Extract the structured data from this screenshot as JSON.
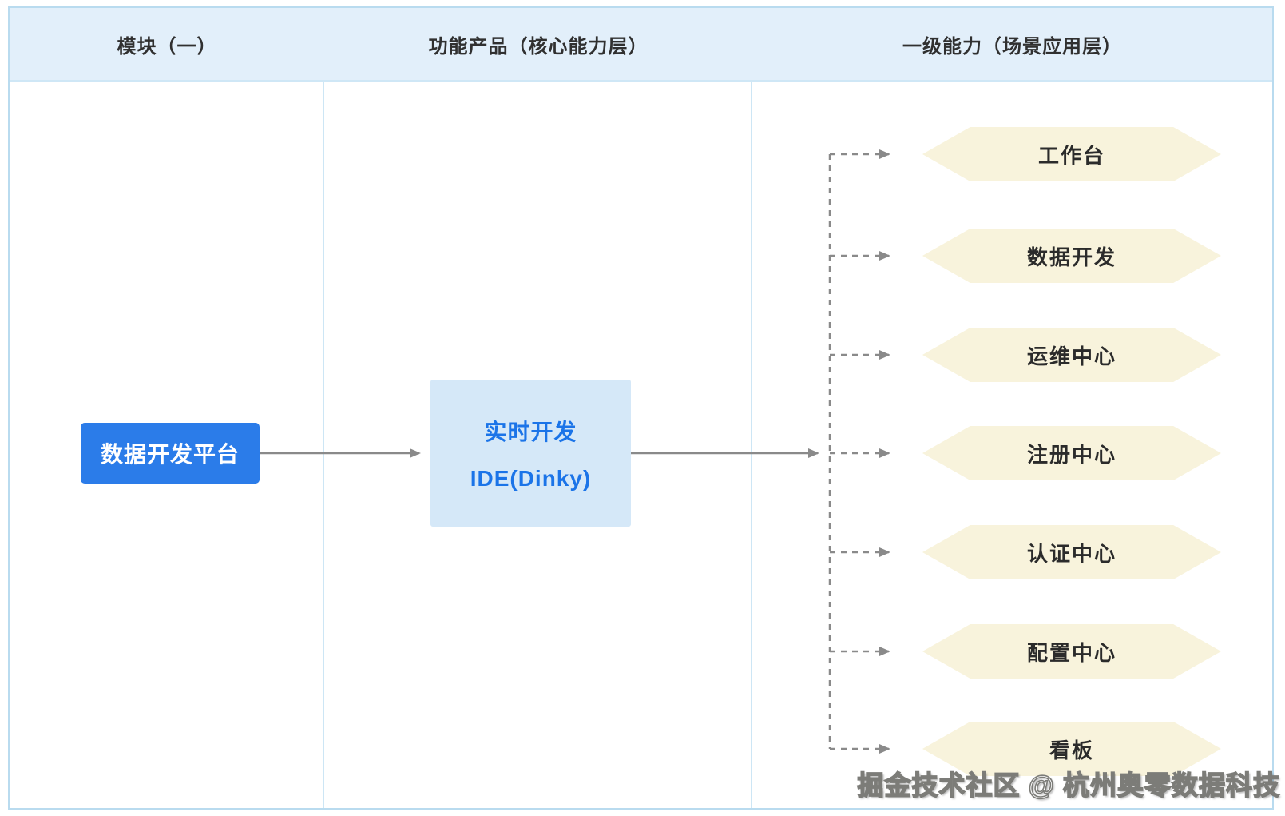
{
  "diagram": {
    "header": {
      "columns": [
        "模块（一）",
        "功能产品（核心能力层）",
        "一级能力（场景应用层）"
      ]
    },
    "module_box": {
      "label": "数据开发平台"
    },
    "product_box": {
      "title": "实时开发",
      "subtitle": "IDE(Dinky)"
    },
    "capabilities": [
      "工作台",
      "数据开发",
      "运维中心",
      "注册中心",
      "认证中心",
      "配置中心",
      "看板"
    ],
    "watermark": "掘金技术社区 @ 杭州奥零数据科技",
    "colors": {
      "header_bg": "#e2effa",
      "table_border": "#b9dbef",
      "divider": "#cde6f5",
      "module_bg": "#2b7ce9",
      "module_text": "#ffffff",
      "product_bg": "#d5e8f8",
      "product_text": "#1b74e8",
      "hexagon_bg": "#f8f3dc",
      "arrow": "#8a8a8a",
      "heading_text": "#303030"
    }
  }
}
